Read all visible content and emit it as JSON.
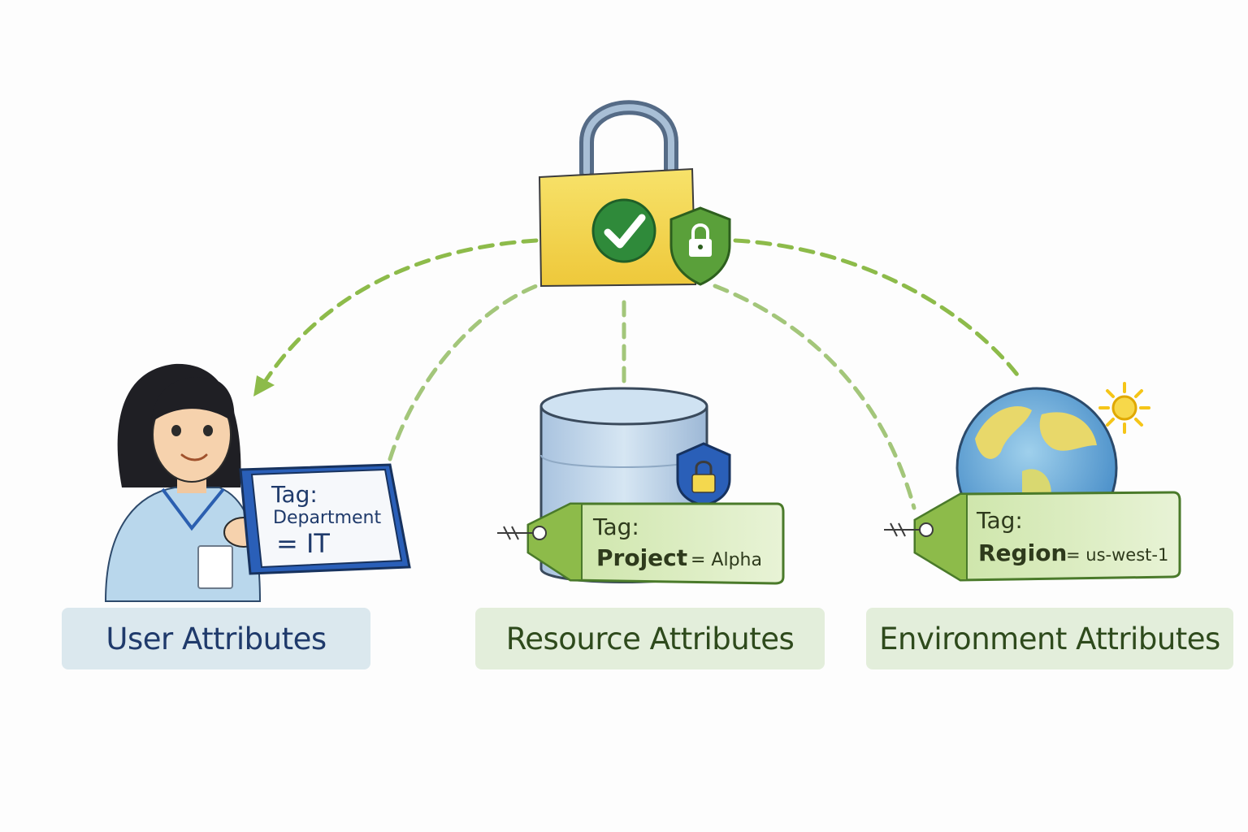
{
  "user": {
    "card_title": "Tag:",
    "card_key": "Department",
    "card_value": "= IT",
    "label": "User Attributes"
  },
  "resource": {
    "tag_title": "Tag:",
    "tag_key": "Project",
    "tag_value": "= Alpha",
    "label": "Resource Attributes"
  },
  "environment": {
    "tag_title": "Tag:",
    "tag_key": "Region",
    "tag_value": "= us-west-1",
    "label": "Environment Attributes"
  },
  "icons": [
    "padlock-icon",
    "checkmark-icon",
    "shield-lock-icon",
    "person-icon",
    "database-icon",
    "globe-icon",
    "sun-icon",
    "tag-icon"
  ],
  "colors": {
    "arrow_green": "#8dbb4a",
    "lock_yellow": "#f4d84e",
    "check_green": "#2f8a3a",
    "user_blue": "#1f3a6b",
    "resource_green": "#2e4a1c"
  }
}
